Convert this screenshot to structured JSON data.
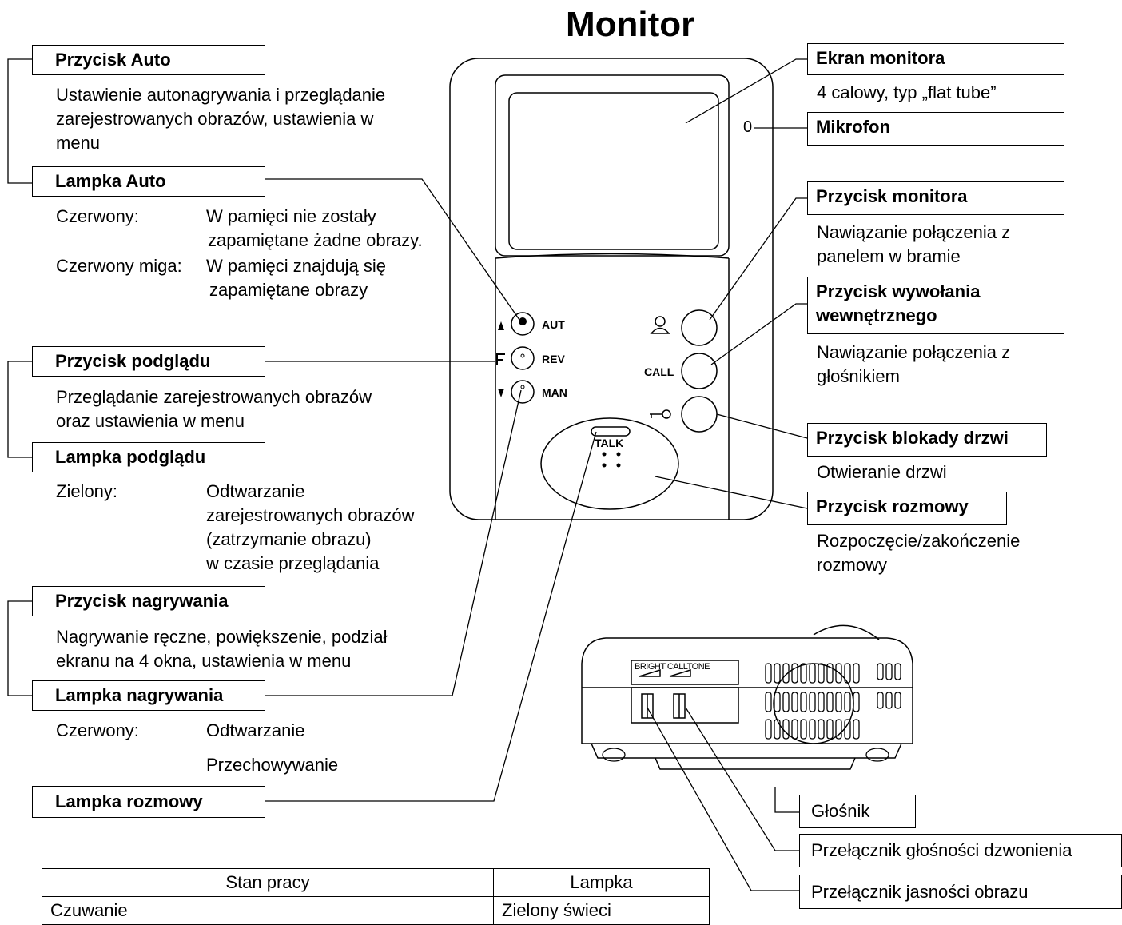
{
  "title": "Monitor",
  "left": {
    "przycisk_auto": {
      "title": "Przycisk Auto",
      "desc": [
        "Ustawienie autonagrywania i przeglądanie",
        "zarejestrowanych obrazów, ustawienia w",
        "menu"
      ]
    },
    "lampka_auto": {
      "title": "Lampka Auto",
      "rows": [
        {
          "label": "Czerwony:",
          "value": [
            "W pamięci nie zostały",
            "zapamiętane żadne obrazy."
          ]
        },
        {
          "label": "Czerwony miga:",
          "value": [
            "W pamięci znajdują się",
            "zapamiętane obrazy"
          ]
        }
      ]
    },
    "przycisk_podgladu": {
      "title": "Przycisk podglądu",
      "desc": [
        "Przeglądanie zarejestrowanych obrazów",
        "oraz ustawienia w menu"
      ]
    },
    "lampka_podgladu": {
      "title": "Lampka podglądu",
      "label": "Zielony:",
      "value": [
        "Odtwarzanie",
        "zarejestrowanych  obrazów",
        "(zatrzymanie obrazu)",
        "w czasie przeglądania"
      ]
    },
    "przycisk_nagrywania": {
      "title": "Przycisk nagrywania",
      "desc": [
        "Nagrywanie ręczne, powiększenie, podział",
        "ekranu na 4 okna, ustawienia w menu"
      ]
    },
    "lampka_nagrywania": {
      "title": "Lampka nagrywania",
      "label": "Czerwony:",
      "value1": "Odtwarzanie",
      "value2": "Przechowywanie"
    },
    "lampka_rozmowy": {
      "title": "Lampka rozmowy"
    }
  },
  "right": {
    "ekran": {
      "title": "Ekran monitora",
      "desc": "4 calowy, typ „flat tube”"
    },
    "mikrofon": {
      "title": "Mikrofon"
    },
    "przycisk_monitora": {
      "title": "Przycisk monitora",
      "desc": [
        "Nawiązanie połączenia z",
        "panelem w bramie"
      ]
    },
    "przycisk_wywolania": {
      "title": [
        "Przycisk wywołania",
        "wewnętrznego"
      ],
      "desc": [
        "Nawiązanie połączenia z",
        "głośnikiem"
      ]
    },
    "przycisk_blokady": {
      "title": "Przycisk blokady drzwi",
      "desc": "Otwieranie drzwi"
    },
    "przycisk_rozmowy": {
      "title": "Przycisk rozmowy",
      "desc": [
        "Rozpoczęcie/zakończenie",
        "rozmowy"
      ]
    }
  },
  "device_labels": {
    "aut": "AUT",
    "rev": "REV",
    "man": "MAN",
    "call": "CALL",
    "talk": "TALK",
    "mic": "0",
    "bright_calltone": "BRIGHT CALLTONE"
  },
  "bottom": {
    "glosnik": "Głośnik",
    "przelacznik_glosnosci": "Przełącznik głośności dzwonienia",
    "przelacznik_jasnosci": "Przełącznik jasności obrazu"
  },
  "table": {
    "headers": [
      "Stan pracy",
      "Lampka"
    ],
    "rows": [
      [
        "Czuwanie",
        "Zielony świeci"
      ]
    ]
  }
}
